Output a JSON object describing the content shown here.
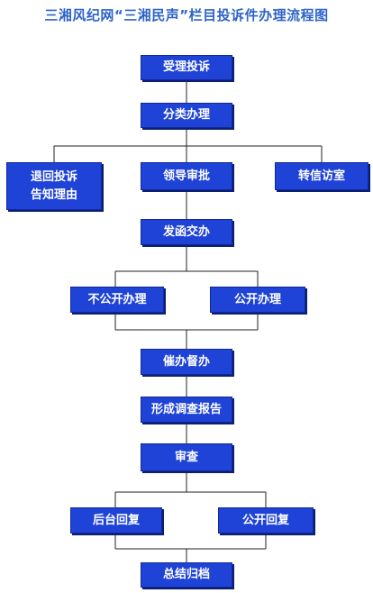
{
  "title": "三湘风纪网“三湘民声”栏目投诉件办理流程图",
  "colors": {
    "title": "#2d64c8",
    "box_fill": "#1e43d6",
    "box_text": "#ffffff",
    "line": "#222222"
  },
  "steps": {
    "receive": "受理投诉",
    "classify": "分类办理",
    "return": "退回投诉\n告知理由",
    "approve": "领导审批",
    "forward": "转信访室",
    "dispatch": "发函交办",
    "private_handle": "不公开办理",
    "public_handle": "公开办理",
    "supervise": "催办督办",
    "report": "形成调查报告",
    "review": "审查",
    "backend_reply": "后台回复",
    "public_reply": "公开回复",
    "archive": "总结归档"
  }
}
